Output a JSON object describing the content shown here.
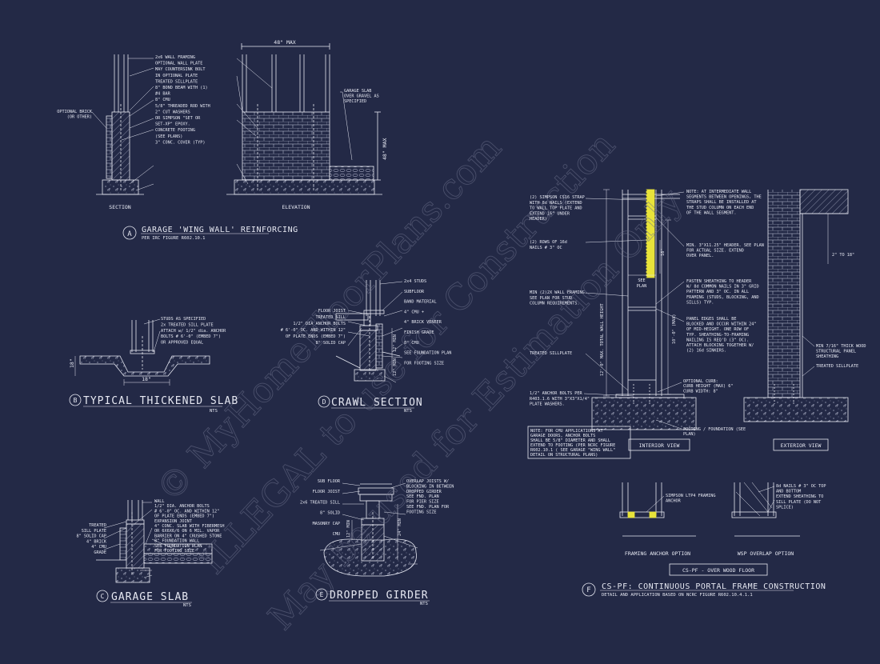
{
  "watermark": {
    "line1": "© MyHomeFloorPlans.com",
    "line2": "ILLEGAL to use for Construction",
    "line3": "May be used for Estimation Only"
  },
  "detail_a": {
    "letter": "A",
    "title": "GARAGE 'WING WALL' REINFORCING",
    "subtitle": "PER IRC FIGURE R602.10.1",
    "section_label": "SECTION",
    "elevation_label": "ELEVATION",
    "dim_max": "48\" MAX",
    "dim_height": "48\" MAX",
    "notes": [
      "2x6 WALL FRAMING",
      "OPTIONAL WALL PLATE",
      "MAY COUNTERSINK BOLT",
      "IN OPTIONAL PLATE",
      "TREATED SILLPLATE",
      "8\" BOND BEAM WITH (1)",
      "#4 BAR",
      "8\" CMU",
      "5/8\" THREADED ROD WITH",
      "2\" CUT WASHERS",
      "OR SIMPSON \"SET OR",
      "SET-XP\" EPOXY.",
      "CONCRETE FOOTING",
      "(SEE PLANS)",
      "3\" CONC. COVER (TYP)"
    ],
    "left_notes": [
      "OPTIONAL BRICK",
      "(OR OTHER)"
    ],
    "right_notes": [
      "GARAGE SLAB",
      "OVER GRAVEL AS",
      "SPECIFIED"
    ]
  },
  "detail_b": {
    "letter": "B",
    "title": "TYPICAL THICKENED SLAB",
    "nts": "NTS",
    "notes": [
      "STUDS AS SPECIFIED",
      "2x TREATED SILL PLATE",
      "ATTACH w/ 1/2\" dia. ANCHOR",
      "BOLTS # 6'-0\" (EMBED 7\")",
      "OR APPROVED EQUAL"
    ],
    "dim_depth": "18\"",
    "dim_width": "18\""
  },
  "detail_c": {
    "letter": "C",
    "title": "GARAGE SLAB",
    "nts": "NTS",
    "notes": [
      "WALL",
      "1/2\" DIA. ANCHOR BOLTS",
      "# 6'-0\" OC. AND WITHIN 12\"",
      "OF PLATE ENDS (EMBED 7\")",
      "EXPANSION JOINT",
      "4\" CONC. SLAB WITH FIBERMESH",
      "OR 6X6X6/6 ON 6 MIL. VAPOR",
      "BARRIER ON 4\" CRUSHED STONE",
      "8\" FOUNDATION WALL",
      "SEE FOUNDATION PLAN",
      "FOR FOOTING SIZE"
    ],
    "left_notes": [
      "TREATED",
      "SILL PLATE",
      "8\" SOLID CAP",
      "4\" BRICK",
      "4\" CMU",
      "GRADE"
    ]
  },
  "detail_d": {
    "letter": "D",
    "title": "CRAWL SECTION",
    "nts": "NTS",
    "right_notes": [
      "2x4 STUDS",
      "SUBFLOOR",
      "BAND MATERIAL",
      "4\" CMU +",
      "4\" BRICK VENEER",
      "FINISH GRADE",
      "8\" CMU",
      "SEE FOUNDATION PLAN",
      "FOR FOOTING SIZE"
    ],
    "left_notes": [
      "FLOOR JOIST",
      "TREATED SILL",
      "1/2\" DIA ANCHOR BOLTS",
      "# 6'-0\" OC. AND WITHIN 12\"",
      "OF PLATE ENDS (EMBED 7\")",
      "8\" SOLID CAP"
    ],
    "dim_a": "12\" MIN",
    "dim_b": "12\" MIN"
  },
  "detail_e": {
    "letter": "E",
    "title": "DROPPED GIRDER",
    "nts": "NTS",
    "left_notes": [
      "SUB FLOOR",
      "FLOOR JOIST",
      "2x6 TREATED SILL",
      "8\" SOLID",
      "MASONRY CAP",
      "CMU"
    ],
    "right_notes": [
      "OVERLAP JOISTS W/",
      "BLOCKING IN BETWEEN",
      "DROPPED GIRDER",
      "SEE FND. PLAN",
      "FOR PIER SIZE",
      "SEE FND. PLAN FOR",
      "FOOTING SIZE"
    ],
    "dim_a": "24\" MIN",
    "dim_b": "12\" MIN"
  },
  "detail_f": {
    "letter": "F",
    "title": "CS-PF: CONTINUOUS PORTAL FRAME CONSTRUCTION",
    "subtitle": "DETAIL AND APPLICATION BASED ON NCRC FIGURE R602.10.4.1.1",
    "interior_label": "INTERIOR VIEW",
    "exterior_label": "EXTERIOR VIEW",
    "framing_anchor_label": "FRAMING ANCHOR OPTION",
    "overlap_label": "WSP OVERLAP OPTION",
    "box_label": "CS-PF - OVER WOOD FLOOR",
    "left_notes": [
      "(2) SIMPSON CS16 STRAP",
      "WITH 8d NAILS (EXTEND",
      "TO WALL TOP PLATE AND",
      "EXTEND 16\" UNDER",
      "HEADER)",
      "(2) ROWS OF 16d",
      "NAILS # 3\" OC",
      "MIN (2)2X WALL FRAMING.",
      "SEE PLAN FOR STUD",
      "COLUMN REQUIREMENTS.",
      "TREATED SILLPLATE",
      "1/2\" ANCHOR BOLTS PER",
      "R403.1.6 WITH 3\"X3\"X1/4\"",
      "PLATE WASHERS."
    ],
    "right_notes": [
      "NOTE: AT INTERMEDIATE WALL",
      "SEGMENTS BETWEEN OPENINGS, THE",
      "STRAPS SHALL BE INSTALLED AT",
      "THE STUD COLUMN ON EACH END",
      "OF THE WALL SEGMENT.",
      "MIN. 3\"X11.25\" HEADER. SEE PLAN",
      "FOR ACTUAL SIZE. EXTEND",
      "OVER PANEL.",
      "FASTEN SHEATHING TO HEADER",
      "W/ 8d COMMON NAILS IN 3\" GRID",
      "PATTERN AND 3\" OC. IN ALL",
      "FRAMING (STUDS, BLOCKING, AND",
      "SILLS) TYP.",
      "PANEL EDGES SHALL BE",
      "BLOCKED AND OCCUR WITHIN 24\"",
      "OF MID-HEIGHT. ONE ROW OF",
      "TYP. SHEATHING-TO-FRAMING",
      "NAILING IS REQ'D (3\" OC).",
      "ATTACH BLOCKING TOGETHER W/",
      "(2) 16d SINKERS."
    ],
    "curb_notes": [
      "OPTIONAL CURB:",
      "CURB HEIGHT (MAX) 6\"",
      "CURB WIDTH: 8\""
    ],
    "footing_notes": [
      "FOOTING / FOUNDATION (SEE",
      "PLAN)"
    ],
    "cmu_note": [
      "NOTE: FOR CMU APPLICATIONS AT",
      "GARAGE DOORS, ANCHOR BOLTS",
      "SHALL BE 5/8\" DIAMETER AND SHALL",
      "EXTEND TO FOOTING (PER NCRC FIGURE",
      "R602.10.1 ( SEE GARAGE \"WING WALL\"",
      "DETAIL ON STRUCTURAL PLANS)"
    ],
    "ext_notes": [
      "MIN 7/16\" THICK WOOD",
      "STRUCTURAL PANEL",
      "SHEATHING",
      "TREATED SILLPLATE"
    ],
    "anchor_notes": [
      "SIMPSON LTP4 FRAMING",
      "ANCHOR"
    ],
    "overlap_notes": [
      "8d NAILS # 3\" OC TOP",
      "AND BOTTOM",
      "EXTEND SHEATHING TO",
      "SILL PLATE (DO NOT",
      "SPLICE)"
    ],
    "dim_height": "12'-0\" MAX. TOTAL WALL HEIGHT",
    "dim_panel": "10'-0\" (MAX)",
    "dim_see": "SEE",
    "dim_plan": "PLAN",
    "dim_16": "16\"",
    "dim_2to18": "2\" TO 18\""
  },
  "colors": {
    "background": "#232946",
    "line": "#e6e8f2",
    "highlight": "#e8e33a"
  }
}
